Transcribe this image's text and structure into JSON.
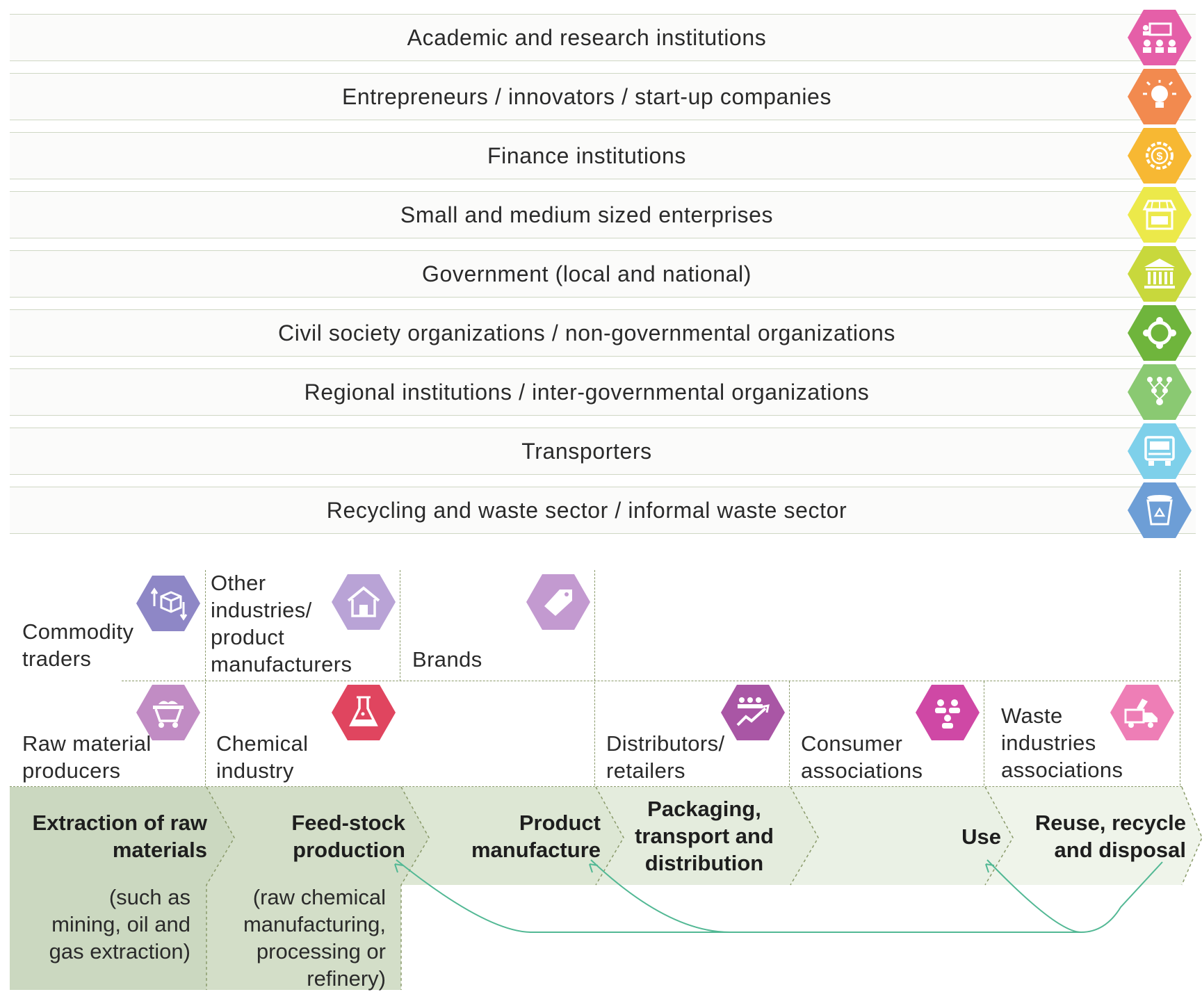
{
  "stakeholders": [
    {
      "label": "Academic and research institutions",
      "icon": "classroom-icon",
      "color": "#e55fa8"
    },
    {
      "label": "Entrepreneurs / innovators / start-up companies",
      "icon": "lightbulb-idea-icon",
      "color": "#f28a4f"
    },
    {
      "label": "Finance institutions",
      "icon": "dollar-coin-gear-icon",
      "color": "#f7b833"
    },
    {
      "label": "Small and medium sized enterprises",
      "icon": "storefront-icon",
      "color": "#ece94a"
    },
    {
      "label": "Government (local and national)",
      "icon": "government-building-icon",
      "color": "#c8d83c"
    },
    {
      "label": "Civil society organizations / non-governmental organizations",
      "icon": "community-circle-icon",
      "color": "#6fb53c"
    },
    {
      "label": "Regional institutions / inter-governmental organizations",
      "icon": "network-people-icon",
      "color": "#8ac972"
    },
    {
      "label": "Transporters",
      "icon": "truck-front-icon",
      "color": "#7ed0ea"
    },
    {
      "label": "Recycling and waste sector / informal waste sector",
      "icon": "recycling-bin-icon",
      "color": "#6d9ed6"
    }
  ],
  "actors": {
    "commodity_traders": {
      "line1": "Commodity",
      "line2": "traders",
      "icon": "package-trade-icon",
      "color": "#8e87c6"
    },
    "other_industries": {
      "line1": "Other",
      "line2": "industries/",
      "line3": "product",
      "line4": "manufacturers",
      "icon": "factory-house-icon",
      "color": "#b9a3d6"
    },
    "brands": {
      "line1": "Brands",
      "icon": "price-tag-icon",
      "color": "#c39ad0"
    },
    "raw_material_producers": {
      "line1": "Raw material",
      "line2": "producers",
      "icon": "mining-cart-icon",
      "color": "#c18cc4"
    },
    "chemical_industry": {
      "line1": "Chemical",
      "line2": "industry",
      "icon": "flask-icon",
      "color": "#e0455f"
    },
    "distributors": {
      "line1": "Distributors/",
      "line2": "retailers",
      "icon": "sales-growth-icon",
      "color": "#a956a5"
    },
    "consumer_associations": {
      "line1": "Consumer",
      "line2": "associations",
      "icon": "people-group-icon",
      "color": "#cf48a5"
    },
    "waste_industries": {
      "line1": "Waste",
      "line2": "industries",
      "line3": "associations",
      "icon": "garbage-truck-icon",
      "color": "#ee7eb6"
    }
  },
  "stages": [
    {
      "line1": "Extraction of raw",
      "line2": "materials"
    },
    {
      "line1": "Feed-stock",
      "line2": "production"
    },
    {
      "line1": "Product",
      "line2": "manufacture"
    },
    {
      "line1": "Packaging,",
      "line2": "transport and",
      "line3": "distribution"
    },
    {
      "line1": "Use"
    },
    {
      "line1": "Reuse, recycle",
      "line2": "and disposal"
    }
  ],
  "notes": {
    "extraction": {
      "line1": "(such as",
      "line2": "mining, oil and",
      "line3": "gas extraction)"
    },
    "feedstock": {
      "line1": "(raw chemical",
      "line2": "manufacturing,",
      "line3": "processing or",
      "line4": "refinery)"
    }
  },
  "colors": {
    "chain_dark": "#cbd8c0",
    "chain_mid": "#dde7d4",
    "chain_light": "#edf3e9",
    "loop_arrow": "#52b894"
  }
}
